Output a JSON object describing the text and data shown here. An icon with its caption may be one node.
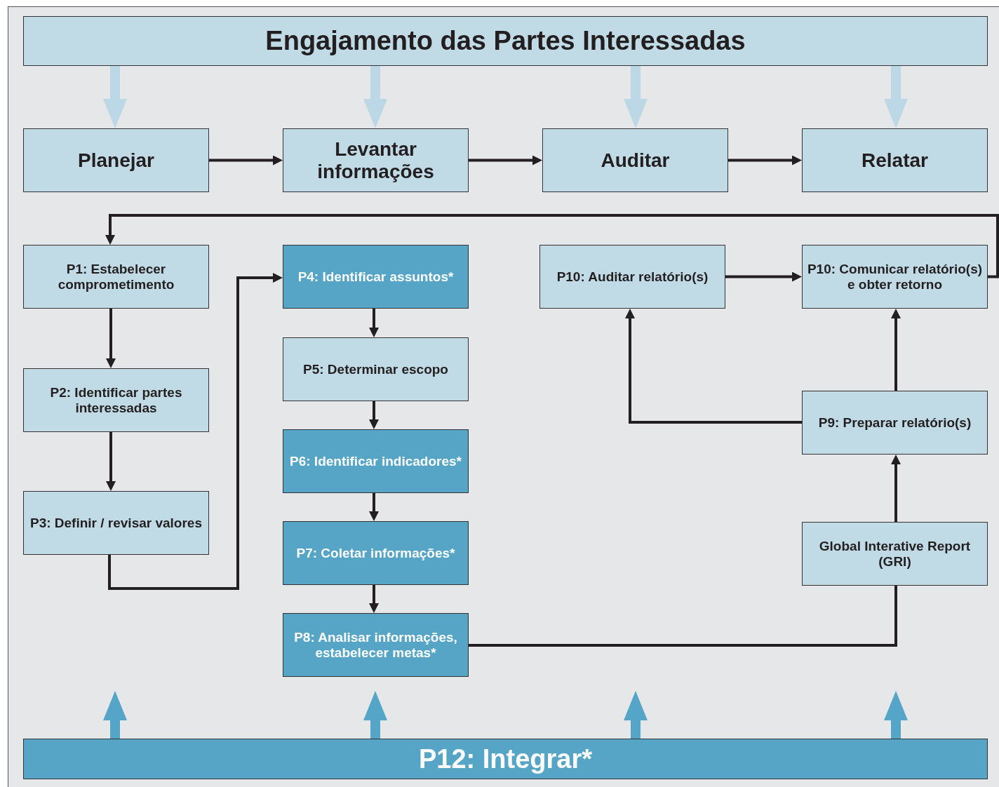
{
  "diagram": {
    "nodes": [
      {
        "text": [
          "Engajamento das Partes Interessadas"
        ]
      },
      {
        "text": [
          "Planejar"
        ]
      },
      {
        "text": [
          "Levantar informações"
        ]
      },
      {
        "text": [
          "Auditar"
        ]
      },
      {
        "text": [
          "Relatar"
        ]
      },
      {
        "text": [
          "P1: Estabelecer comprometimento"
        ]
      },
      {
        "text": [
          "P4: Identificar assuntos*"
        ]
      },
      {
        "text": [
          "P10: Auditar relatório(s)"
        ]
      },
      {
        "text": [
          "P10: Comunicar relatório(s) e obter retorno"
        ]
      },
      {
        "text": [
          "P2: Identificar partes interessadas"
        ]
      },
      {
        "text": [
          "P5: Determinar escopo"
        ]
      },
      {
        "text": [
          "P9: Preparar relatório(s)"
        ]
      },
      {
        "text": [
          "P3: Definir / revisar valores"
        ]
      },
      {
        "text": [
          "P6: Identificar indicadores*"
        ]
      },
      {
        "text": [
          "P7: Coletar informações*"
        ]
      },
      {
        "text": [
          "Global Interative Report (GRI)"
        ]
      },
      {
        "text": [
          "P8: Analisar informações, estabelecer metas*"
        ]
      },
      {
        "text": [
          "P12: Integrar*"
        ]
      }
    ],
    "edges": [
      {
        "from": 0,
        "to": 1,
        "arrow": "to",
        "style": "thick",
        "color": "#bcd8e6"
      },
      {
        "from": 0,
        "to": 2,
        "arrow": "to",
        "style": "thick",
        "color": "#bcd8e6"
      },
      {
        "from": 0,
        "to": 3,
        "arrow": "to",
        "style": "thick",
        "color": "#bcd8e6"
      },
      {
        "from": 0,
        "to": 4,
        "arrow": "to",
        "style": "thick",
        "color": "#bcd8e6"
      },
      {
        "from": 1,
        "to": 2,
        "arrow": "to"
      },
      {
        "from": 2,
        "to": 3,
        "arrow": "to"
      },
      {
        "from": 3,
        "to": 4,
        "arrow": "to"
      },
      {
        "from": 8,
        "to": 5,
        "arrow": "to"
      },
      {
        "from": 7,
        "to": 8,
        "arrow": "to"
      },
      {
        "from": 5,
        "to": 9,
        "arrow": "to"
      },
      {
        "from": 9,
        "to": 12,
        "arrow": "to"
      },
      {
        "from": 12,
        "to": 6,
        "arrow": "to"
      },
      {
        "from": 6,
        "to": 10,
        "arrow": "to"
      },
      {
        "from": 10,
        "to": 13,
        "arrow": "to"
      },
      {
        "from": 13,
        "to": 14,
        "arrow": "to"
      },
      {
        "from": 14,
        "to": 16,
        "arrow": "to"
      },
      {
        "from": 11,
        "to": 7,
        "arrow": "to"
      },
      {
        "from": 11,
        "to": 8,
        "arrow": "to"
      },
      {
        "from": 15,
        "to": 11,
        "arrow": "to"
      },
      {
        "from": 16,
        "to": 15,
        "arrow": "none"
      },
      {
        "from": 17,
        "to": null,
        "arrow": "to",
        "style": "thick",
        "color": "#55a5c8"
      },
      {
        "from": 17,
        "to": null,
        "arrow": "to",
        "style": "thick",
        "color": "#55a5c8"
      },
      {
        "from": 17,
        "to": null,
        "arrow": "to",
        "style": "thick",
        "color": "#55a5c8"
      },
      {
        "from": 17,
        "to": null,
        "arrow": "to",
        "style": "thick",
        "color": "#55a5c8"
      }
    ]
  }
}
